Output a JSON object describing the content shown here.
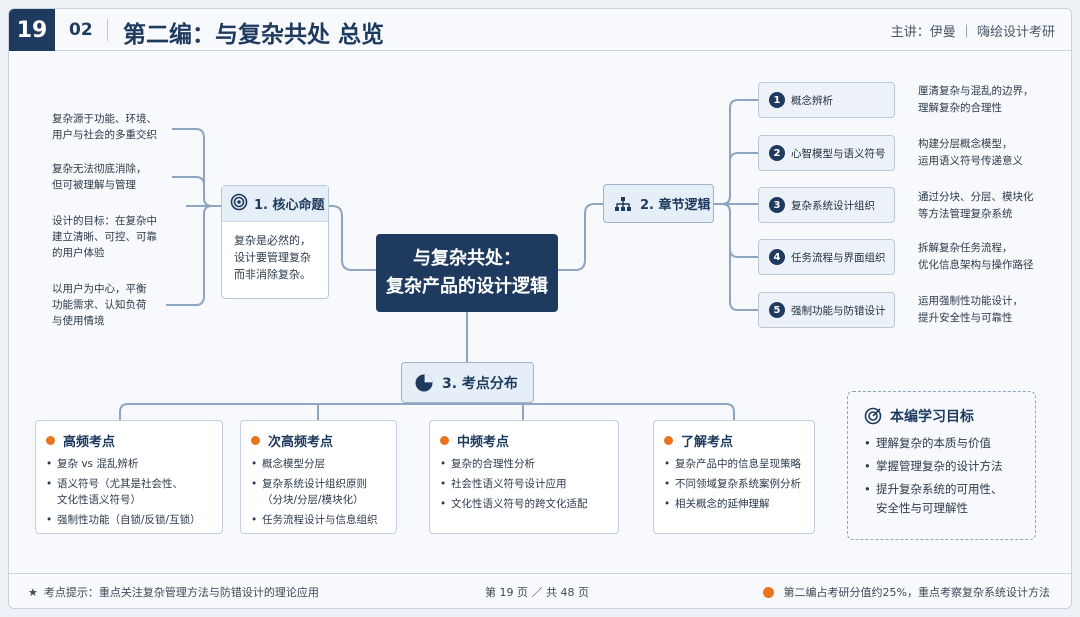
{
  "header": {
    "page_number": "19",
    "section_number": "02",
    "title": "第二编：与复杂共处 总览",
    "instructor": "主讲：伊曼 ｜ 嗨绘设计考研"
  },
  "center": {
    "line1": "与复杂共处：",
    "line2": "复杂产品的设计逻辑"
  },
  "core": {
    "label": "1. 核心命题",
    "body": [
      "复杂是必然的，",
      "设计要管理复杂",
      "而非消除复杂。"
    ],
    "notes": [
      [
        "复杂源于功能、环境、",
        "用户与社会的多重交织"
      ],
      [
        "复杂无法彻底消除，",
        "但可被理解与管理"
      ],
      [
        "设计的目标：在复杂中",
        "建立清晰、可控、可靠",
        "的用户体验"
      ],
      [
        "以用户为中心，平衡",
        "功能需求、认知负荷",
        "与使用情境"
      ]
    ]
  },
  "chapter": {
    "label": "2. 章节逻辑",
    "items": [
      {
        "num": "1",
        "label": "概念辨析",
        "desc": [
          "厘清复杂与混乱的边界，",
          "理解复杂的合理性"
        ]
      },
      {
        "num": "2",
        "label": "心智模型与语义符号",
        "desc": [
          "构建分层概念模型，",
          "运用语义符号传递意义"
        ]
      },
      {
        "num": "3",
        "label": "复杂系统设计组织",
        "desc": [
          "通过分块、分层、模块化",
          "等方法管理复杂系统"
        ]
      },
      {
        "num": "4",
        "label": "任务流程与界面组织",
        "desc": [
          "拆解复杂任务流程，",
          "优化信息架构与操作路径"
        ]
      },
      {
        "num": "5",
        "label": "强制功能与防错设计",
        "desc": [
          "运用强制性功能设计，",
          "提升安全性与可靠性"
        ]
      }
    ]
  },
  "exam": {
    "label": "3. 考点分布",
    "cards": [
      {
        "title": "高频考点",
        "items": [
          "复杂 vs 混乱辨析",
          "语义符号（尤其是社会性、\n文化性语义符号）",
          "强制性功能（自锁/反锁/互锁）"
        ]
      },
      {
        "title": "次高频考点",
        "items": [
          "概念模型分层",
          "复杂系统设计组织原则\n（分块/分层/模块化）",
          "任务流程设计与信息组织"
        ]
      },
      {
        "title": "中频考点",
        "items": [
          "复杂的合理性分析",
          "社会性语义符号设计应用",
          "文化性语义符号的跨文化适配"
        ]
      },
      {
        "title": "了解考点",
        "items": [
          "复杂产品中的信息呈现策略",
          "不同领域复杂系统案例分析",
          "相关概念的延伸理解"
        ]
      }
    ]
  },
  "goals": {
    "title": "本编学习目标",
    "items": [
      "理解复杂的本质与价值",
      "掌握管理复杂的设计方法",
      "提升复杂系统的可用性、\n安全性与可理解性"
    ]
  },
  "footer": {
    "tip": "考点提示：重点关注复杂管理方法与防错设计的理论应用",
    "page": "第 19 页 ／ 共 48 页",
    "note": "第二编占考研分值约25%，重点考察复杂系统设计方法"
  },
  "colors": {
    "navy": "#1e3a5f",
    "accent_orange": "#e8741e",
    "pill_bg": "#e6eef8"
  },
  "icons": {
    "core": "target-icon",
    "chapter": "hierarchy-icon",
    "exam": "pie-chart-icon",
    "goals": "target-icon",
    "footer_tip": "star-icon",
    "footer_note": "orange-dot-icon"
  }
}
